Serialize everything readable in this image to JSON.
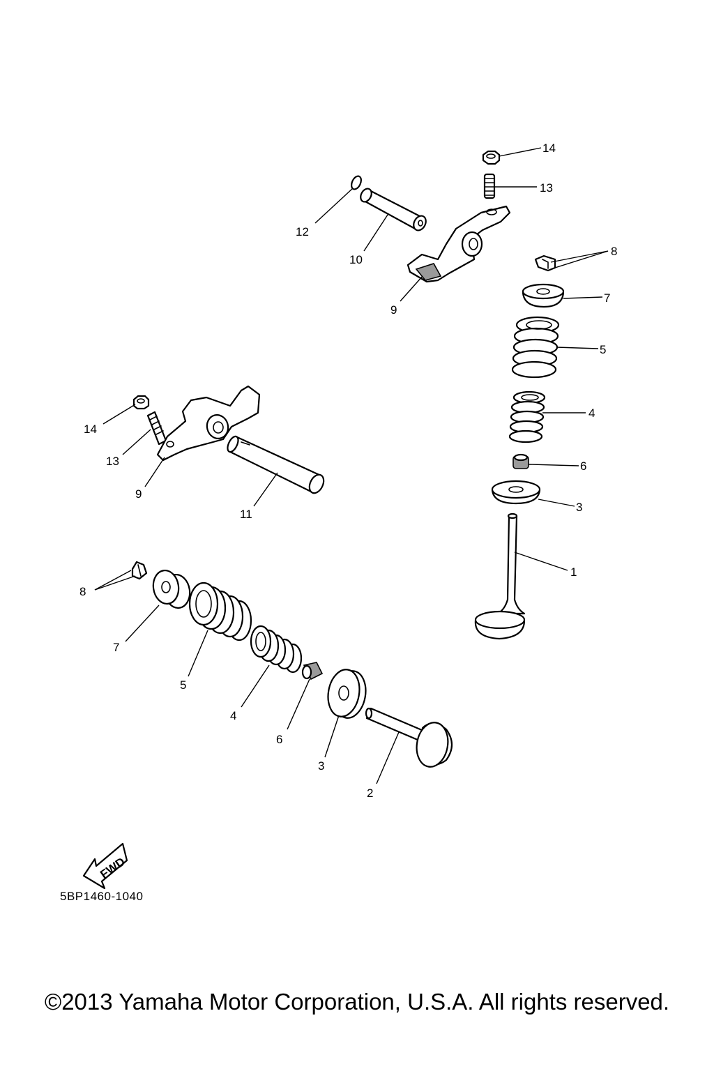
{
  "diagram_code": "5BP1460-1040",
  "copyright": "©2013 Yamaha Motor Corporation, U.S.A. All rights reserved.",
  "fwd_label": "FWD",
  "callouts": {
    "c14a": "14",
    "c13a": "13",
    "c12": "12",
    "c10": "10",
    "c9a": "9",
    "c8a": "8",
    "c7a": "7",
    "c5a": "5",
    "c4a": "4",
    "c6a": "6",
    "c3a": "3",
    "c1": "1",
    "c14b": "14",
    "c13b": "13",
    "c9b": "9",
    "c11": "11",
    "c8b": "8",
    "c7b": "7",
    "c5b": "5",
    "c4b": "4",
    "c6b": "6",
    "c3b": "3",
    "c2": "2"
  }
}
